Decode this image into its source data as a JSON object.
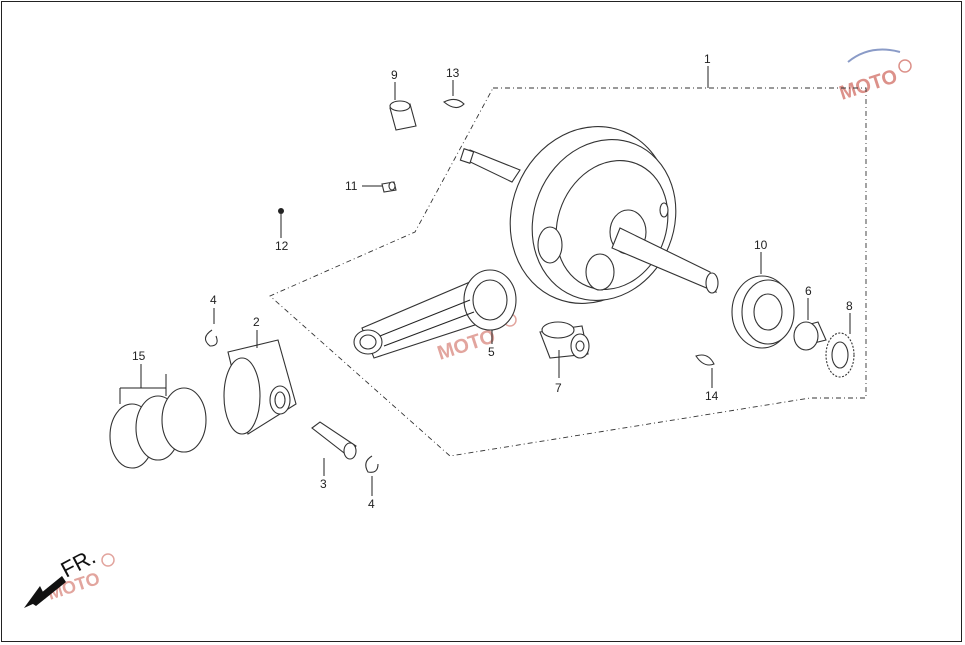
{
  "diagram": {
    "callouts": [
      {
        "id": "1",
        "text": "1"
      },
      {
        "id": "2",
        "text": "2"
      },
      {
        "id": "3",
        "text": "3"
      },
      {
        "id": "4a",
        "text": "4"
      },
      {
        "id": "4b",
        "text": "4"
      },
      {
        "id": "5",
        "text": "5"
      },
      {
        "id": "6",
        "text": "6"
      },
      {
        "id": "7",
        "text": "7"
      },
      {
        "id": "8",
        "text": "8"
      },
      {
        "id": "9",
        "text": "9"
      },
      {
        "id": "10",
        "text": "10"
      },
      {
        "id": "11",
        "text": "11"
      },
      {
        "id": "12",
        "text": "12"
      },
      {
        "id": "13",
        "text": "13"
      },
      {
        "id": "14",
        "text": "14"
      },
      {
        "id": "15",
        "text": "15"
      }
    ],
    "direction_label": "FR.",
    "colors": {
      "line": "#222222",
      "watermark_red": "#c0392b",
      "watermark_blue": "#2c4a9a"
    }
  }
}
